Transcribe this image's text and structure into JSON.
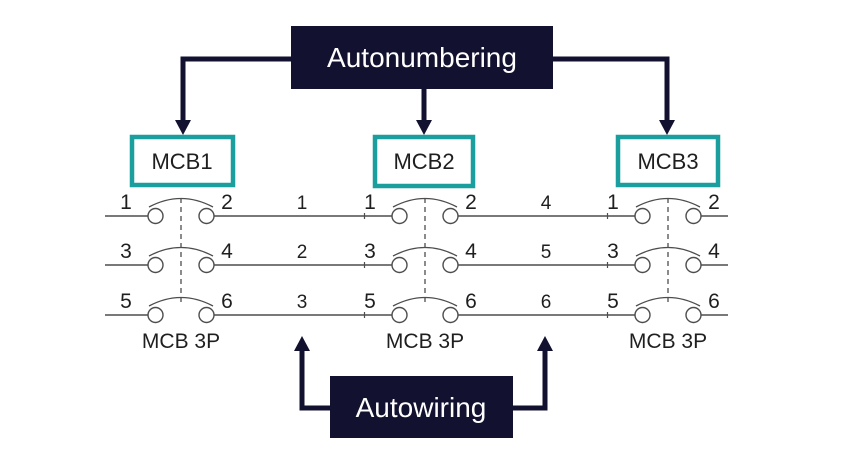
{
  "colors": {
    "navy": "#121230",
    "teal": "#1b9e9e",
    "wire": "#4d4d4d",
    "ink": "#1f1f1f",
    "white": "#ffffff",
    "bg": "#ffffff"
  },
  "banners": {
    "top": "Autonumbering",
    "bottom": "Autowiring"
  },
  "devices": [
    {
      "name": "MCB1",
      "type_label": "MCB 3P",
      "terminals": [
        "1",
        "2",
        "3",
        "4",
        "5",
        "6"
      ]
    },
    {
      "name": "MCB2",
      "type_label": "MCB 3P",
      "terminals": [
        "1",
        "2",
        "3",
        "4",
        "5",
        "6"
      ]
    },
    {
      "name": "MCB3",
      "type_label": "MCB 3P",
      "terminals": [
        "1",
        "2",
        "3",
        "4",
        "5",
        "6"
      ]
    }
  ],
  "wire_numbers": {
    "mcb1_mcb2": [
      "1",
      "2",
      "3"
    ],
    "mcb2_mcb3": [
      "4",
      "5",
      "6"
    ]
  }
}
